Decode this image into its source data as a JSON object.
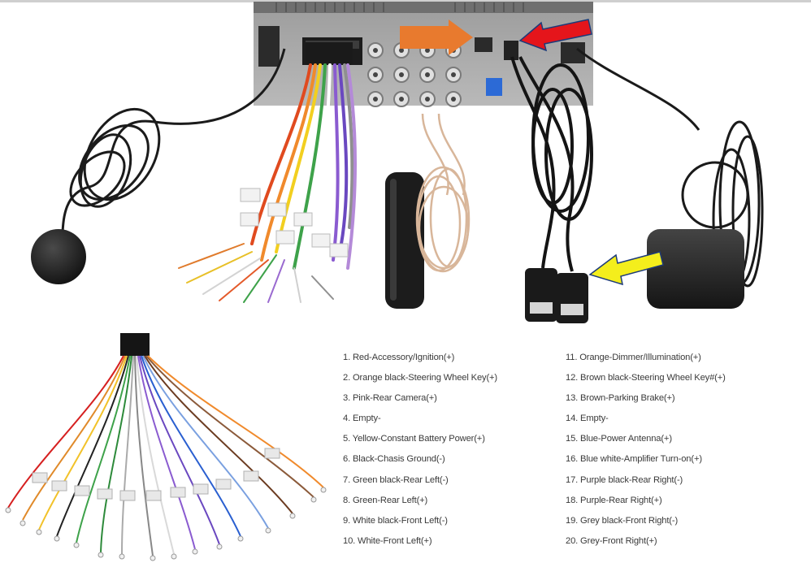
{
  "photo": {
    "subjects": [
      "head-unit-rear",
      "power-harness-connector",
      "microphone",
      "radio-antenna-adapter",
      "rca-cable",
      "usb-cables",
      "gps-antenna",
      "harness-diagram"
    ],
    "arrow_colors": {
      "orange": "#e87a2e",
      "red": "#e5151b",
      "yellow": "#f4ee1c"
    }
  },
  "wiring_legend": {
    "left": [
      "1. Red-Accessory/Ignition(+)",
      "2. Orange black-Steering Wheel Key(+)",
      "3. Pink-Rear Camera(+)",
      "4. Empty-",
      "5. Yellow-Constant Battery Power(+)",
      "6. Black-Chasis Ground(-)",
      "7. Green black-Rear Left(-)",
      "8. Green-Rear Left(+)",
      "9. White black-Front Left(-)",
      "10. White-Front Left(+)"
    ],
    "right": [
      "11. Orange-Dimmer/Illumination(+)",
      "12. Brown black-Steering Wheel Key#(+)",
      "13. Brown-Parking Brake(+)",
      "14. Empty-",
      "15. Blue-Power Antenna(+)",
      "16. Blue white-Amplifier Turn-on(+)",
      "17. Purple black-Rear Right(-)",
      "18. Purple-Rear Right(+)",
      "19. Grey black-Front Right(-)",
      "20. Grey-Front Right(+)"
    ]
  }
}
